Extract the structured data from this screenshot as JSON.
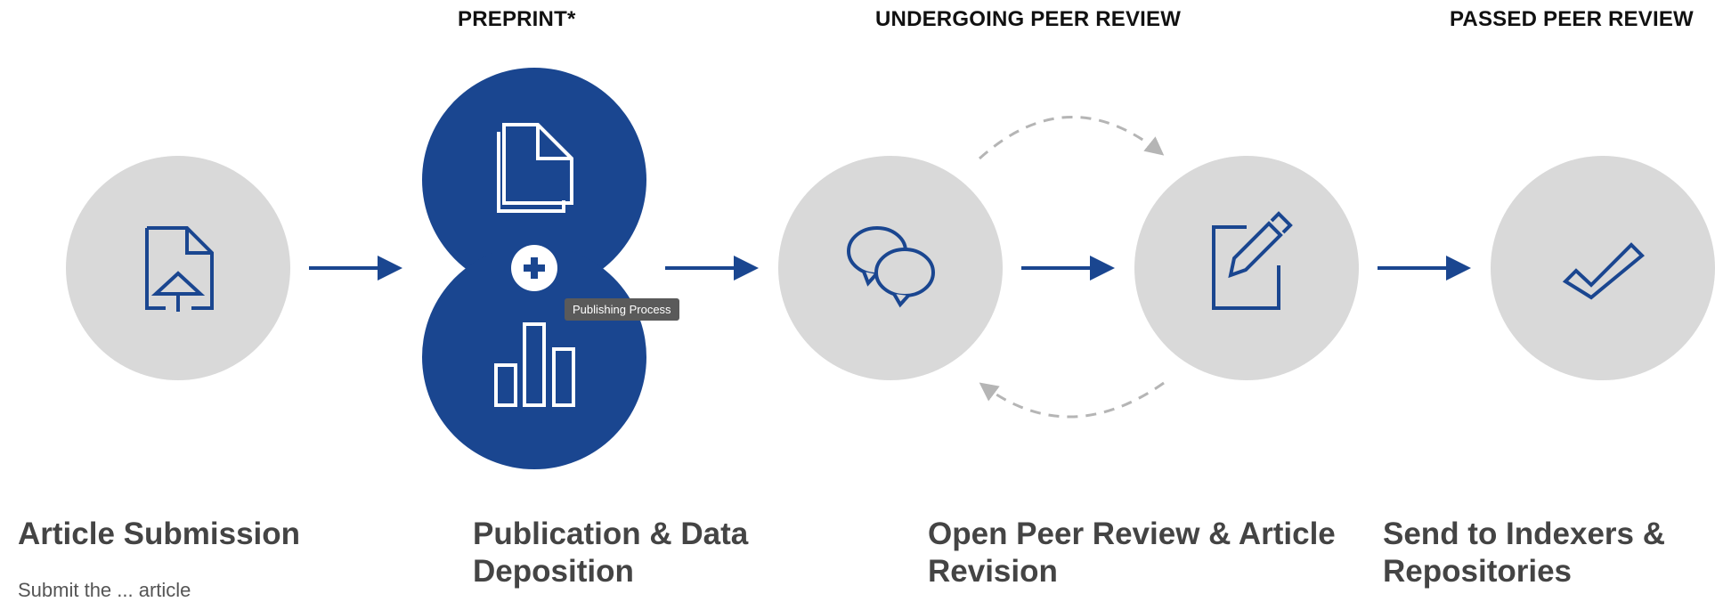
{
  "stages": {
    "preprint": "PREPRINT*",
    "undergoing": "UNDERGOING PEER REVIEW",
    "passed": "PASSED PEER REVIEW"
  },
  "steps": [
    {
      "title": "Article Submission",
      "icon": "upload-document-icon"
    },
    {
      "title": "Publication & Data Deposition",
      "icon": "documents-plus-bar-chart-icon"
    },
    {
      "title": "Open Peer Review & Article Revision",
      "icon": "speech-bubbles-icon / edit-document-icon"
    },
    {
      "title": "Send to Indexers & Repositories",
      "icon": "checkmark-icon"
    }
  ],
  "description_fragment": "Submit the ... article",
  "tooltip": "Publishing Process",
  "colors": {
    "brand_blue": "#1a4690",
    "circle_gray": "#d9d9d9",
    "dashed_gray": "#b5b5b5",
    "title_text": "#444444"
  }
}
